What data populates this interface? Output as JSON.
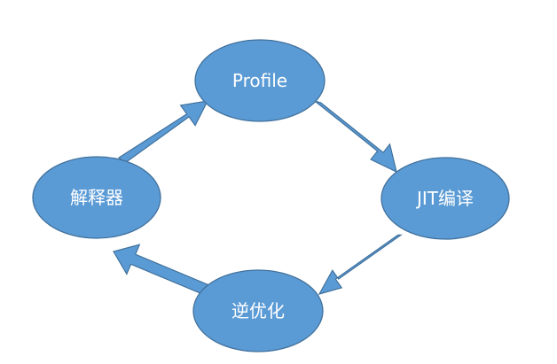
{
  "diagram": {
    "nodes": [
      {
        "id": "profile",
        "label": "Profile"
      },
      {
        "id": "jit",
        "label": "JIT编译"
      },
      {
        "id": "deopt",
        "label": "逆优化"
      },
      {
        "id": "interp",
        "label": "解释器"
      }
    ],
    "edges": [
      {
        "from": "profile",
        "to": "jit"
      },
      {
        "from": "jit",
        "to": "deopt"
      },
      {
        "from": "deopt",
        "to": "interp"
      },
      {
        "from": "interp",
        "to": "profile"
      }
    ],
    "colors": {
      "node_fill": "#5b9bd5",
      "node_stroke": "#41719c",
      "label": "#ffffff"
    }
  }
}
